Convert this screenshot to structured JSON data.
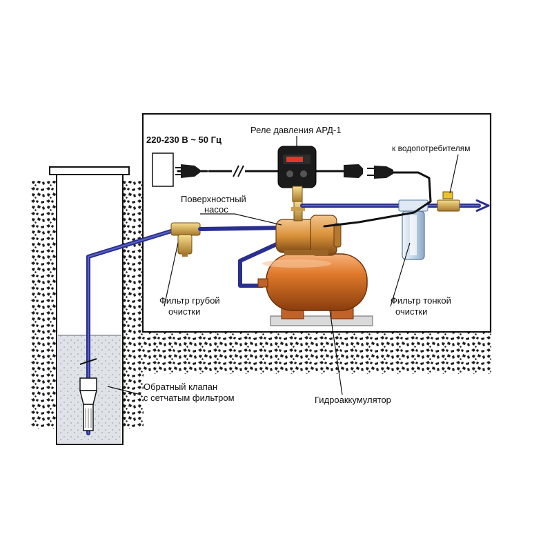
{
  "labels": {
    "power": "220-230 В ~ 50 Гц",
    "pressure_relay": "Реле давления АРД-1",
    "to_consumers": "к водопотребителям",
    "surface_pump_line1": "Поверхностный",
    "surface_pump_line2": "насос",
    "coarse_filter_line1": "Фильтр грубой",
    "coarse_filter_line2": "очистки",
    "fine_filter_line1": "Фильтр тонкой",
    "fine_filter_line2": "очистки",
    "check_valve_line1": "Обратный клапан",
    "check_valve_line2": "с сетчатым фильтром",
    "accumulator": "Гидроаккумулятор"
  },
  "colors": {
    "pipe": "#2a2f8f",
    "pump_body": "#d9913a",
    "tank": "#e07a2c",
    "relay": "#1b1b1b",
    "relay_display": "#e0382a",
    "filter_housing": "#a9bfd8",
    "ground": "#222222",
    "water": "#cfd4da"
  },
  "icons": {
    "plug": "power-plug-icon",
    "socket": "power-socket-icon",
    "arrow": "flow-arrow-icon"
  }
}
